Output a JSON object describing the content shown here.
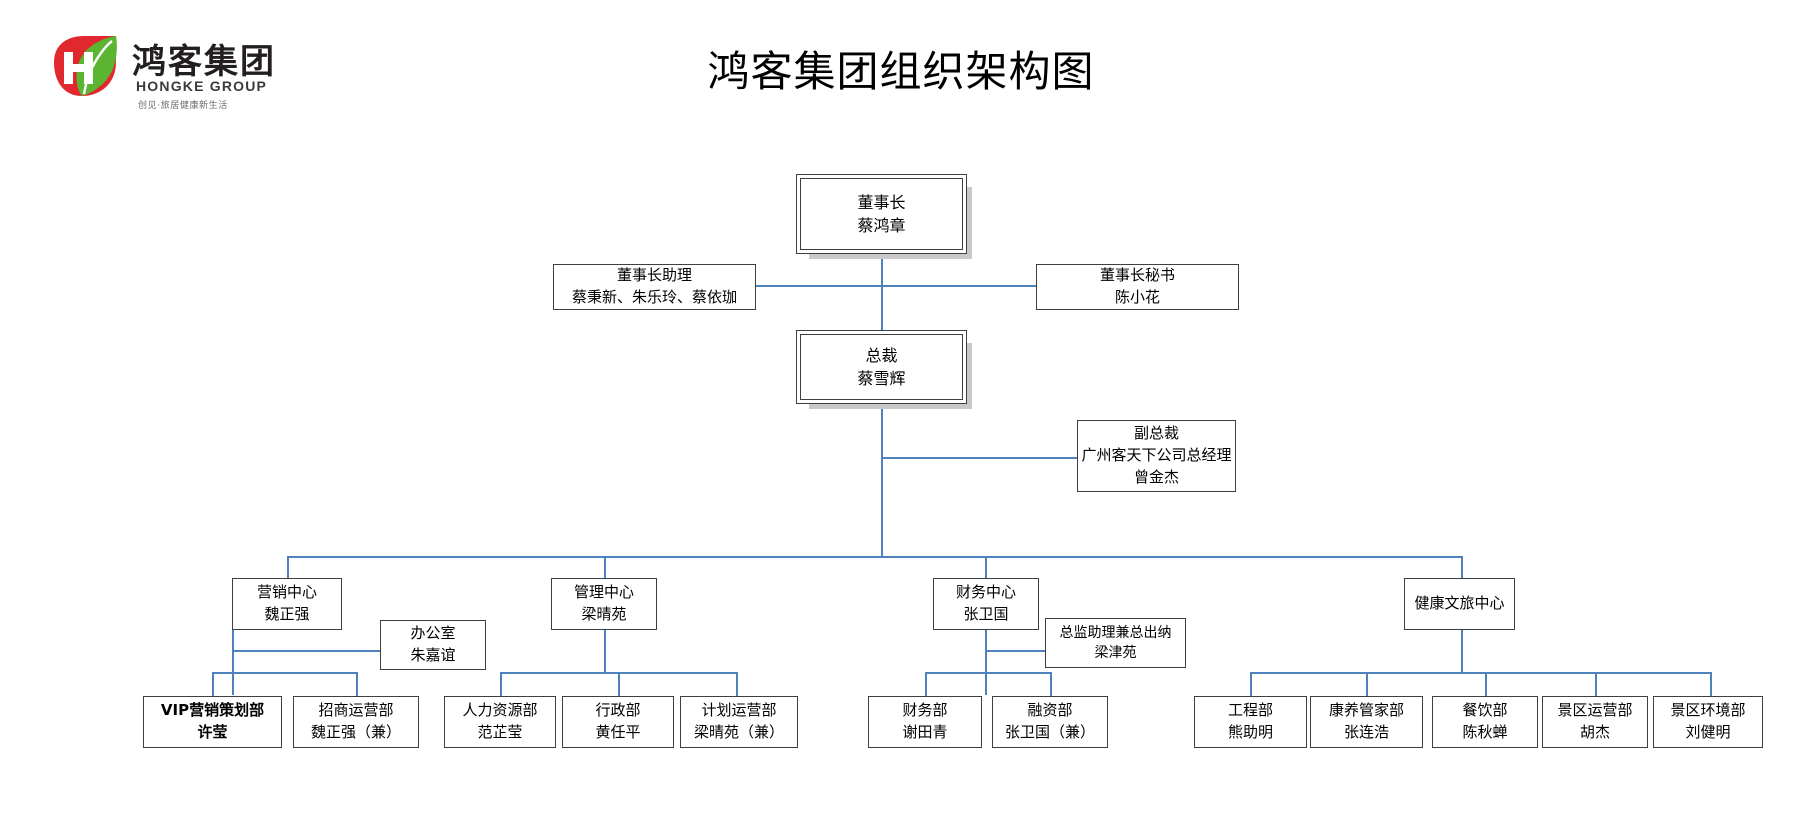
{
  "header": {
    "logo": {
      "mark_letters": "HK",
      "name_cn": "鸿客集团",
      "name_en": "HONGKE GROUP",
      "tagline": "创见·旅居健康新生活",
      "color_red": "#e1282f",
      "color_green": "#5cb531"
    },
    "title": "鸿客集团组织架构图"
  },
  "palette": {
    "connector": "#4f81bd",
    "box_border": "#3f3f3f",
    "shadow": "#c9c9c9",
    "text": "#000000"
  },
  "chart_data": {
    "type": "diagram",
    "title": "鸿客集团组织架构图",
    "nodes": [
      {
        "id": "chairman",
        "role": "董事长",
        "person": "蔡鸿章",
        "level": 0
      },
      {
        "id": "chair-assist",
        "role": "董事长助理",
        "person": "蔡秉新、朱乐玲、蔡依珈",
        "level": 1
      },
      {
        "id": "chair-secretary",
        "role": "董事长秘书",
        "person": "陈小花",
        "level": 1
      },
      {
        "id": "president",
        "role": "总裁",
        "person": "蔡雪辉",
        "level": 1
      },
      {
        "id": "vice-president",
        "role": "副总裁",
        "role2": "广州客天下公司总经理",
        "person": "曾金杰",
        "level": 2
      },
      {
        "id": "marketing-center",
        "role": "营销中心",
        "person": "魏正强",
        "level": 3
      },
      {
        "id": "office",
        "role": "办公室",
        "person": "朱嘉谊",
        "level": 4
      },
      {
        "id": "management-center",
        "role": "管理中心",
        "person": "梁晴苑",
        "level": 3
      },
      {
        "id": "finance-center",
        "role": "财务中心",
        "person": "张卫国",
        "level": 3
      },
      {
        "id": "chief-assistant",
        "role": "总监助理兼总出纳",
        "person": "梁津苑",
        "level": 4
      },
      {
        "id": "health-center",
        "role": "健康文旅中心",
        "person": "",
        "level": 3
      },
      {
        "id": "vip-marketing",
        "role": "VIP营销策划部",
        "person": "许莹",
        "level": 5
      },
      {
        "id": "investment-ops",
        "role": "招商运营部",
        "person": "魏正强（兼）",
        "level": 5
      },
      {
        "id": "hr-dept",
        "role": "人力资源部",
        "person": "范芷莹",
        "level": 5
      },
      {
        "id": "admin-dept",
        "role": "行政部",
        "person": "黄任平",
        "level": 5
      },
      {
        "id": "planning-ops",
        "role": "计划运营部",
        "person": "梁晴苑（兼）",
        "level": 5
      },
      {
        "id": "finance-dept",
        "role": "财务部",
        "person": "谢田青",
        "level": 5
      },
      {
        "id": "funding-dept",
        "role": "融资部",
        "person": "张卫国（兼）",
        "level": 5
      },
      {
        "id": "engineering-dept",
        "role": "工程部",
        "person": "熊助明",
        "level": 5
      },
      {
        "id": "wellness-dept",
        "role": "康养管家部",
        "person": "张连浩",
        "level": 5
      },
      {
        "id": "catering-dept",
        "role": "餐饮部",
        "person": "陈秋蝉",
        "level": 5
      },
      {
        "id": "scenic-ops",
        "role": "景区运营部",
        "person": "胡杰",
        "level": 5
      },
      {
        "id": "scenic-env",
        "role": "景区环境部",
        "person": "刘健明",
        "level": 5
      }
    ],
    "edges": [
      [
        "chairman",
        "chair-assist"
      ],
      [
        "chairman",
        "chair-secretary"
      ],
      [
        "chairman",
        "president"
      ],
      [
        "president",
        "vice-president"
      ],
      [
        "president",
        "marketing-center"
      ],
      [
        "president",
        "management-center"
      ],
      [
        "president",
        "finance-center"
      ],
      [
        "president",
        "health-center"
      ],
      [
        "marketing-center",
        "office"
      ],
      [
        "marketing-center",
        "vip-marketing"
      ],
      [
        "marketing-center",
        "investment-ops"
      ],
      [
        "management-center",
        "hr-dept"
      ],
      [
        "management-center",
        "admin-dept"
      ],
      [
        "management-center",
        "planning-ops"
      ],
      [
        "finance-center",
        "chief-assistant"
      ],
      [
        "finance-center",
        "finance-dept"
      ],
      [
        "finance-center",
        "funding-dept"
      ],
      [
        "health-center",
        "engineering-dept"
      ],
      [
        "health-center",
        "wellness-dept"
      ],
      [
        "health-center",
        "catering-dept"
      ],
      [
        "health-center",
        "scenic-ops"
      ],
      [
        "health-center",
        "scenic-env"
      ]
    ]
  }
}
